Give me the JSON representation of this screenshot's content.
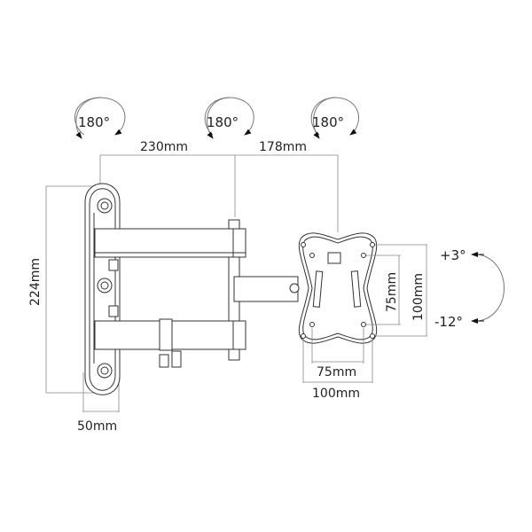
{
  "diagram": {
    "rotation_labels": [
      "180°",
      "180°",
      "180°"
    ],
    "dimensions": {
      "arm_first": "230mm",
      "arm_second": "178mm",
      "wall_plate_height": "224mm",
      "wall_plate_width": "50mm",
      "vesa_inner_width": "75mm",
      "vesa_outer_width": "100mm",
      "vesa_inner_height": "75mm",
      "vesa_outer_height": "100mm"
    },
    "tilt": {
      "up": "+3°",
      "down": "-12°"
    }
  }
}
